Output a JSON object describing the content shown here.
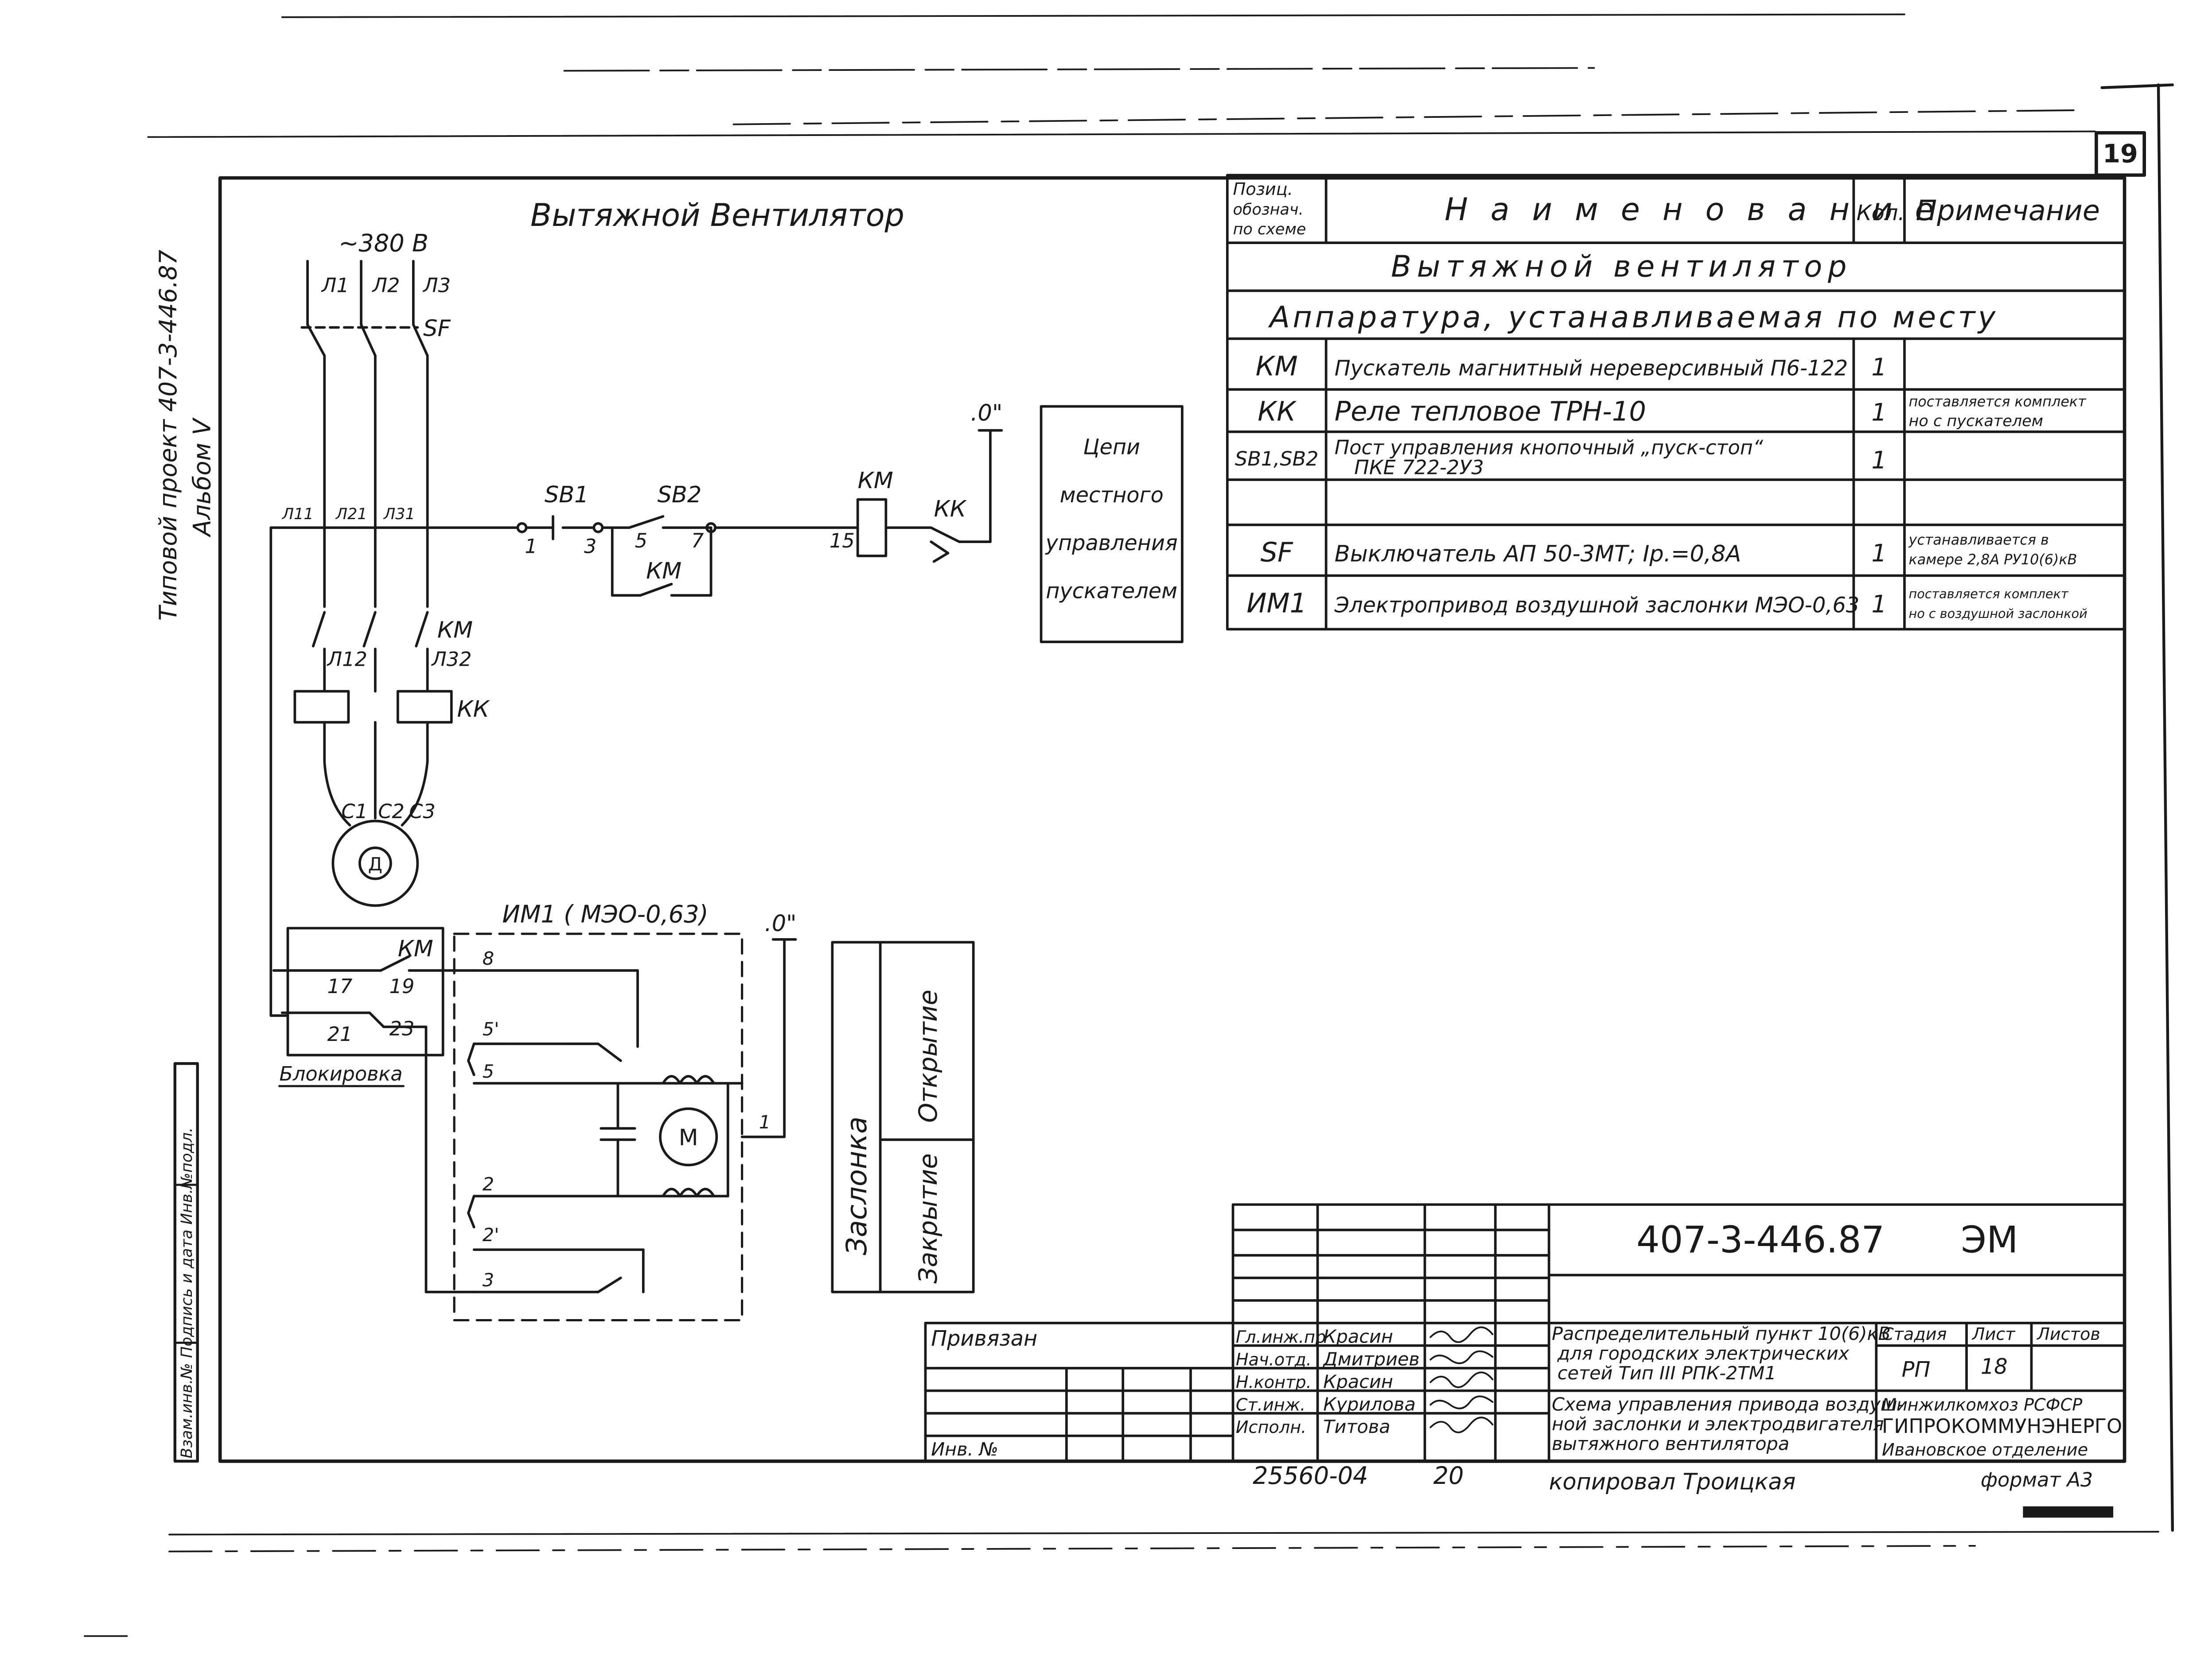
{
  "sheet_number": "19",
  "side_note": {
    "project": "Типовой проект 407-3-446.87",
    "album": "Альбом V"
  },
  "schematic": {
    "title": "Вытяжной Вентилятор",
    "supply": "~380 В",
    "phase_labels": [
      "Л1",
      "Л2",
      "Л3"
    ],
    "breaker": "SF",
    "line_labels": [
      "Л11",
      "Л21",
      "Л31"
    ],
    "contactor": "КМ",
    "line_labels_lower": [
      "Л12",
      "Л32"
    ],
    "thermal_relay": "КК",
    "motor_terminals": [
      "С1",
      "С2",
      "С3"
    ],
    "motor_symbol": "Д",
    "button_start": "SB1",
    "button_stop": "SB2",
    "node_labels": [
      "1",
      "3",
      "5",
      "7",
      "15"
    ],
    "seal_contact": "КМ",
    "coil_label": "КМ",
    "relay_contact": "КК",
    "zero_label": ".0\"",
    "local_box": [
      "Цепи",
      "местного",
      "управления",
      "пускателем"
    ],
    "actuator_title": "ИМ1 ( МЭО-0,63)",
    "actuator_motor": "М",
    "actuator_nodes": [
      "8",
      "5'",
      "5",
      "2",
      "2'",
      "3",
      "1"
    ],
    "zero_label_2": ".0\"",
    "interlock_contact": "КМ",
    "interlock_nodes": [
      "17",
      "19",
      "21",
      "23"
    ],
    "interlock_label": "Блокировка",
    "damper_label": "Заслонка",
    "damper_open": "Открытие",
    "damper_close": "Закрытие"
  },
  "spec_table": {
    "headers": {
      "position": [
        "Позиц.",
        "обознач.",
        "по схеме"
      ],
      "name": "Наименование",
      "qty": "Кол.",
      "note": "Примечание"
    },
    "section_title": "Вытяжной вентилятор",
    "subsection": "Аппаратура, устанавливаемая по месту",
    "rows": [
      {
        "pos": "КМ",
        "name": "Пускатель магнитный нереверсивный П6-122",
        "qty": "1",
        "note": [
          "",
          ""
        ]
      },
      {
        "pos": "КК",
        "name": "Реле тепловое ТРН-10",
        "qty": "1",
        "note": [
          "поставляется комплект",
          "но с пускателем"
        ]
      },
      {
        "pos": "SB1,SB2",
        "name": "Пост управления кнопочный „пуск-стоп“",
        "name2": "ПКЕ 722-2У3",
        "qty": "1",
        "note": [
          "",
          ""
        ]
      },
      {
        "pos": "",
        "name": "",
        "qty": "",
        "note": [
          "",
          ""
        ]
      },
      {
        "pos": "SF",
        "name": "Выключатель АП 50-3МТ; Iр.=0,8А",
        "qty": "1",
        "note": [
          "устанавливается в",
          "камере 2,8А РУ10(6)кВ"
        ]
      },
      {
        "pos": "ИМ1",
        "name": "Электропривод воздушной заслонки МЭО-0,63",
        "qty": "1",
        "note": [
          "поставляется комплект",
          "но с воздушной заслонкой"
        ]
      }
    ]
  },
  "title_block": {
    "doc_number": "407-3-446.87",
    "doc_code": "ЭМ",
    "privyazan": "Привязан",
    "inv_no": "Инв. №",
    "roles": [
      "Гл.инж.пр",
      "Нач.отд.",
      "Н.контр.",
      "Ст.инж.",
      "Исполн."
    ],
    "names": [
      "Красин",
      "Дмитриев",
      "Красин",
      "Курилова",
      "Титова"
    ],
    "project_title": [
      "Распределительный пункт 10(6)кВ",
      "для городских электрических",
      "сетей  Тип III РПК-2ТМ1"
    ],
    "sheet_title": [
      "Схема управления привода воздуш-",
      "ной заслонки и электродвигателя",
      "вытяжного вентилятора"
    ],
    "stage_header": "Стадия",
    "sheet_header": "Лист",
    "sheets_header": "Листов",
    "stage": "РП",
    "sheet": "18",
    "org": [
      "Минжилкомхоз  РСФСР",
      "ГИПРОКОММУНЭНЕРГО",
      "Ивановское отделение"
    ],
    "bottom_code": "25560-04",
    "bottom_num": "20",
    "copied": "копировал Троицкая",
    "format": "формат А3",
    "left_strip": "Взам.инв.№ Подпись и дата Инв.№подл."
  }
}
